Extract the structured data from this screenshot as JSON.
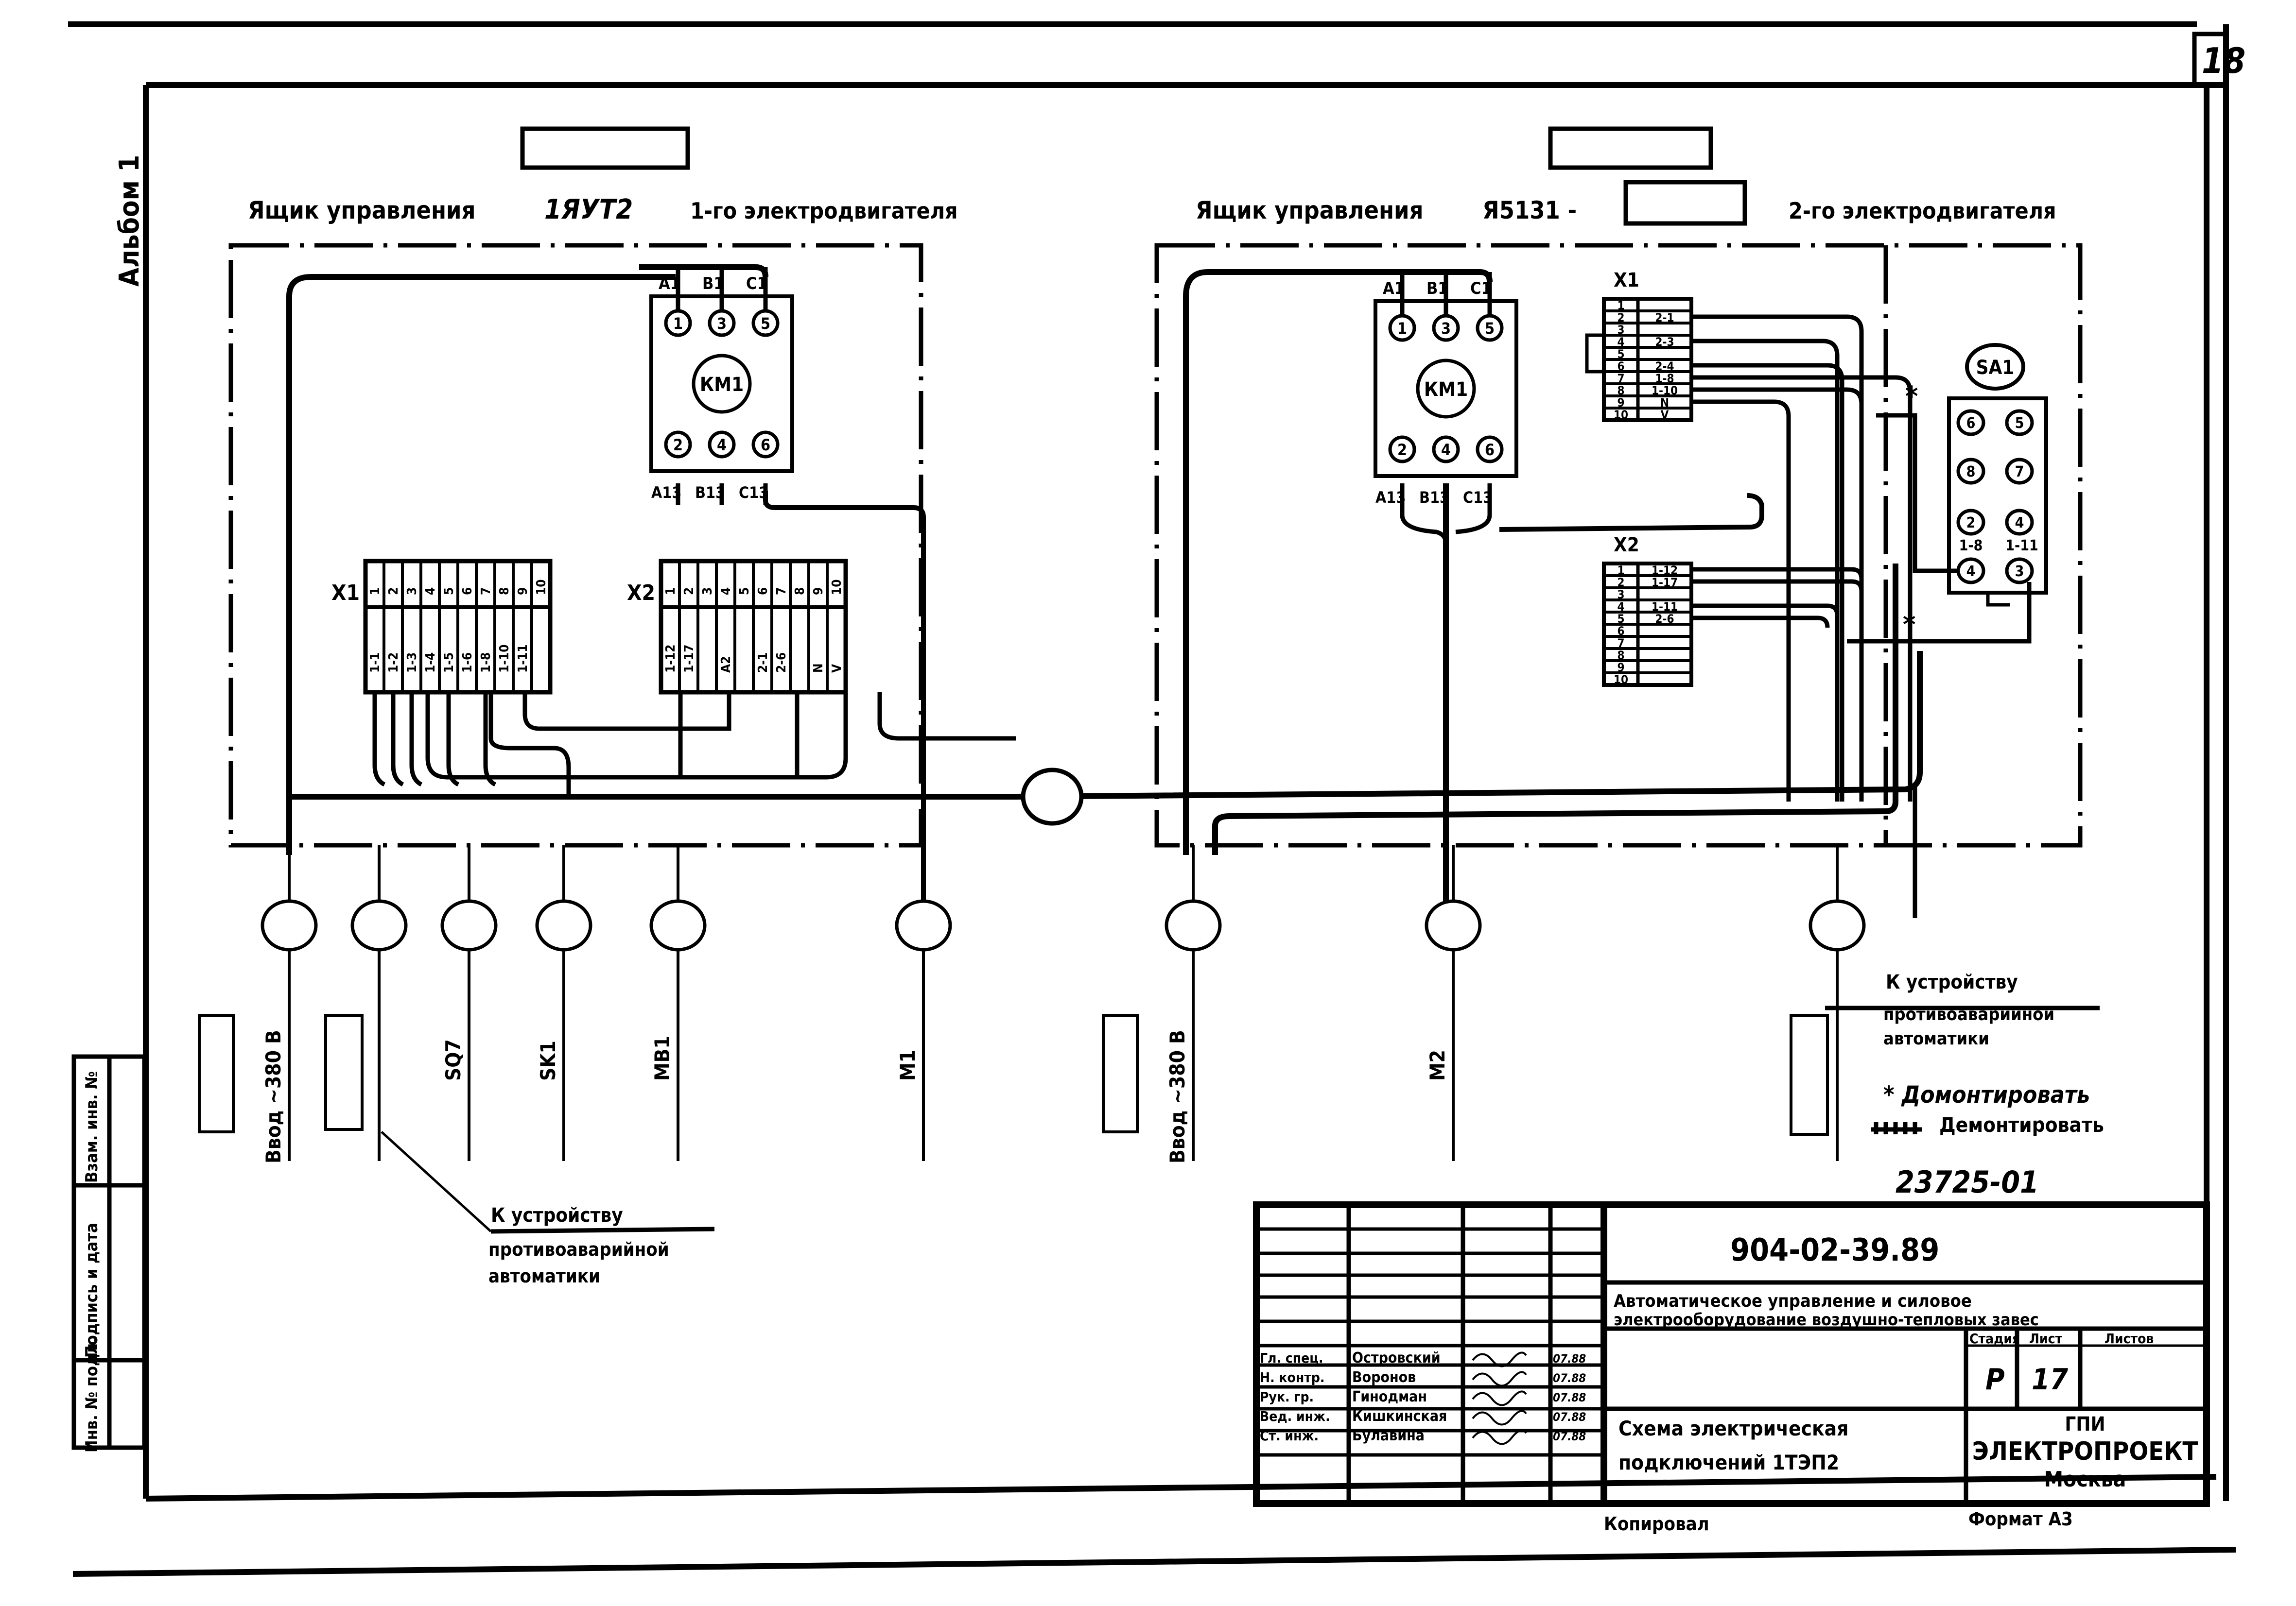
{
  "sheet": {
    "page_number": "18",
    "album_label": "Альбом 1",
    "archive_number": "23725-01",
    "side_stamp_labels": [
      "Инв. № подл.",
      "Подпись и дата",
      "Взам. инв. №"
    ]
  },
  "cabinet_1": {
    "title_prefix": "Ящик управления",
    "type": "1ЯУТ2",
    "title_suffix": "1-го электродвигателя",
    "contactor": {
      "name": "КМ1",
      "top_labels": [
        "A1",
        "B1",
        "C1"
      ],
      "top_terminals": [
        "1",
        "3",
        "5"
      ],
      "bottom_terminals": [
        "2",
        "4",
        "6"
      ],
      "bottom_labels": [
        "A13",
        "B13",
        "C13"
      ]
    },
    "terminal_block_x1": {
      "name": "X1",
      "terminals": [
        "1",
        "2",
        "3",
        "4",
        "5",
        "6",
        "7",
        "8",
        "9",
        "10"
      ],
      "wires": [
        "1-1",
        "1-2",
        "1-3",
        "1-4",
        "1-5",
        "1-6",
        "1-8",
        "1-10",
        "1-11",
        ""
      ]
    },
    "terminal_block_x2": {
      "name": "X2",
      "terminals": [
        "1",
        "2",
        "3",
        "4",
        "5",
        "6",
        "7",
        "8",
        "9",
        "10"
      ],
      "wires": [
        "1-12",
        "1-17",
        "",
        "A2",
        "",
        "2-1",
        "2-6",
        "",
        "N",
        "V"
      ]
    }
  },
  "cabinet_2": {
    "title_prefix": "Ящик управления",
    "type": "Я5131 -",
    "title_suffix": "2-го электродвигателя",
    "contactor": {
      "name": "КМ1",
      "top_labels": [
        "A1",
        "B1",
        "C1"
      ],
      "top_terminals": [
        "1",
        "3",
        "5"
      ],
      "bottom_terminals": [
        "2",
        "4",
        "6"
      ],
      "bottom_labels": [
        "A13",
        "B13",
        "C13"
      ]
    },
    "terminal_block_x1": {
      "name": "X1",
      "rows": [
        {
          "num": "1",
          "wire": ""
        },
        {
          "num": "2",
          "wire": "2-1"
        },
        {
          "num": "3",
          "wire": ""
        },
        {
          "num": "4",
          "wire": "2-3"
        },
        {
          "num": "5",
          "wire": ""
        },
        {
          "num": "6",
          "wire": "2-4"
        },
        {
          "num": "7",
          "wire": "1-8"
        },
        {
          "num": "8",
          "wire": "1-10"
        },
        {
          "num": "9",
          "wire": "N"
        },
        {
          "num": "10",
          "wire": "V"
        }
      ]
    },
    "terminal_block_x2": {
      "name": "X2",
      "rows": [
        {
          "num": "1",
          "wire": "1-12"
        },
        {
          "num": "2",
          "wire": "1-17"
        },
        {
          "num": "3",
          "wire": ""
        },
        {
          "num": "4",
          "wire": "1-11"
        },
        {
          "num": "5",
          "wire": "2-6"
        },
        {
          "num": "6",
          "wire": ""
        },
        {
          "num": "7",
          "wire": ""
        },
        {
          "num": "8",
          "wire": ""
        },
        {
          "num": "9",
          "wire": ""
        },
        {
          "num": "10",
          "wire": ""
        }
      ]
    },
    "switch": {
      "name": "SA1",
      "terminals": [
        "6",
        "5",
        "8",
        "7",
        "2",
        "4",
        "4",
        "3"
      ],
      "wire_labels": [
        "1-8",
        "1-11"
      ],
      "marks": [
        "*",
        "*"
      ]
    }
  },
  "cable_entries_left": [
    {
      "label": "Ввод ~380 В",
      "has_stamp": true
    },
    {
      "label": "",
      "has_stamp": true
    },
    {
      "label": "SQ7",
      "has_stamp": false
    },
    {
      "label": "SK1",
      "has_stamp": false
    },
    {
      "label": "MB1",
      "has_stamp": false
    },
    {
      "label": "M1",
      "has_stamp": false
    }
  ],
  "cable_entries_right": [
    {
      "label": "Ввод ~380 В",
      "has_stamp": true
    },
    {
      "label": "M2",
      "has_stamp": false
    },
    {
      "label": "",
      "has_stamp": true
    }
  ],
  "annotations": {
    "to_device_line1": "К устройству",
    "to_device_line2": "противоаварийной",
    "to_device_line3": "автоматики",
    "legend_mount": "* Домонтировать",
    "legend_dismount": "Демонтировать"
  },
  "title_block": {
    "document_code": "904-02-39.89",
    "project_title_line1": "Автоматическое управление и силовое",
    "project_title_line2": "электрооборудование воздушно-тепловых завес",
    "sheet_title_line1": "Схема электрическая",
    "sheet_title_line2": "подключений 1ТЭП2",
    "stage_header": "Стадия",
    "sheet_header": "Лист",
    "sheets_header": "Листов",
    "stage_value": "Р",
    "sheet_value": "17",
    "sheets_value": "",
    "organization_line1": "ГПИ",
    "organization_line2": "ЭЛЕКТРОПРОЕКТ",
    "organization_line3": "Москва",
    "signatures": [
      {
        "role": "Гл. спец.",
        "name": "Островский",
        "date": "07.88"
      },
      {
        "role": "Н. контр.",
        "name": "Воронов",
        "date": "07.88"
      },
      {
        "role": "Рук. гр.",
        "name": "Гинодман",
        "date": "07.88"
      },
      {
        "role": "Вед. инж.",
        "name": "Кишкинская",
        "date": "07.88"
      },
      {
        "role": "Ст. инж.",
        "name": "Булавина",
        "date": "07.88"
      }
    ],
    "copied_by": "Копировал",
    "format": "Формат А3"
  }
}
